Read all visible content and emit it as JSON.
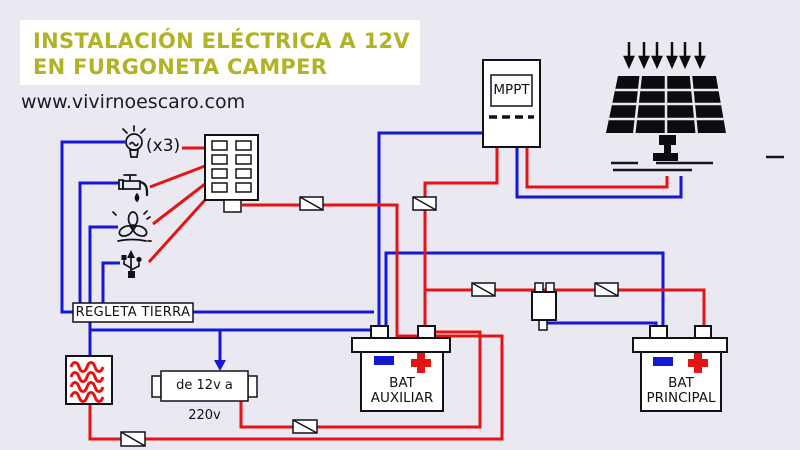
{
  "header": {
    "title_line1": "INSTALACIÓN ELÉCTRICA A 12V",
    "title_line2": "EN FURGONETA CAMPER",
    "website": "www.vivirnoescaro.com"
  },
  "components": {
    "mppt": {
      "label": "MPPT",
      "icon": "mppt-controller-icon"
    },
    "ground_strip": {
      "label": "REGLETA TIERRA"
    },
    "inverter": {
      "label": "de 12v a 220v"
    },
    "battery_aux": {
      "label_line1": "BAT",
      "label_line2": "AUXILIAR"
    },
    "battery_main": {
      "label_line1": "BAT",
      "label_line2": "PRINCIPAL"
    },
    "lights": {
      "count_label": "(x3)",
      "icon": "light-bulb-icon"
    },
    "water_pump": {
      "icon": "water-tap-icon"
    },
    "fan": {
      "icon": "fan-icon"
    },
    "usb": {
      "icon": "usb-icon"
    },
    "heater": {
      "icon": "heater-coil-icon"
    },
    "solar_panel": {
      "icon": "solar-panel-icon"
    },
    "fuse_box": {
      "icon": "fuse-box-icon"
    },
    "relay": {
      "icon": "relay-icon"
    },
    "fuse": {
      "icon": "fuse-icon"
    }
  },
  "colors": {
    "positive_wire": "#e51414",
    "negative_wire": "#1717d6",
    "title": "#b2b324",
    "background": "#eae9f2",
    "text_dark": "#1b1b26"
  }
}
